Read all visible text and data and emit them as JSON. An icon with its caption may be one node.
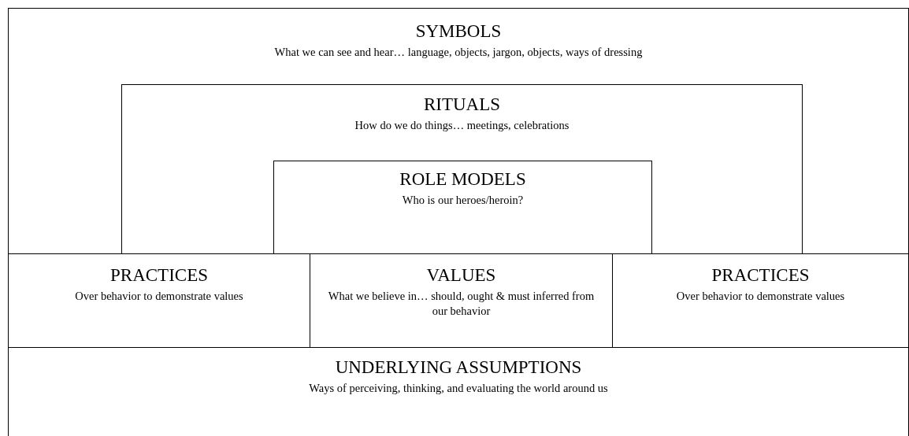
{
  "diagram": {
    "nodes": [
      {
        "text": [
          "SYMBOLS",
          "What we can see and hear… language, objects, jargon, objects, ways of dressing"
        ]
      },
      {
        "text": [
          "RITUALS",
          "How do we do things… meetings, celebrations"
        ],
        "in": 0
      },
      {
        "text": [
          "ROLE MODELS",
          "Who is our heroes/heroin?"
        ],
        "in": 1
      },
      {
        "text": [
          "PRACTICES",
          "Over behavior to demonstrate values"
        ]
      },
      {
        "text": [
          "VALUES",
          "What we believe in… should, ought & must inferred from our behavior"
        ]
      },
      {
        "text": [
          "PRACTICES",
          "Over behavior to demonstrate values"
        ]
      },
      {
        "text": [
          "UNDERLYING ASSUMPTIONS",
          "Ways of perceiving, thinking, and evaluating the world around us"
        ]
      }
    ]
  }
}
